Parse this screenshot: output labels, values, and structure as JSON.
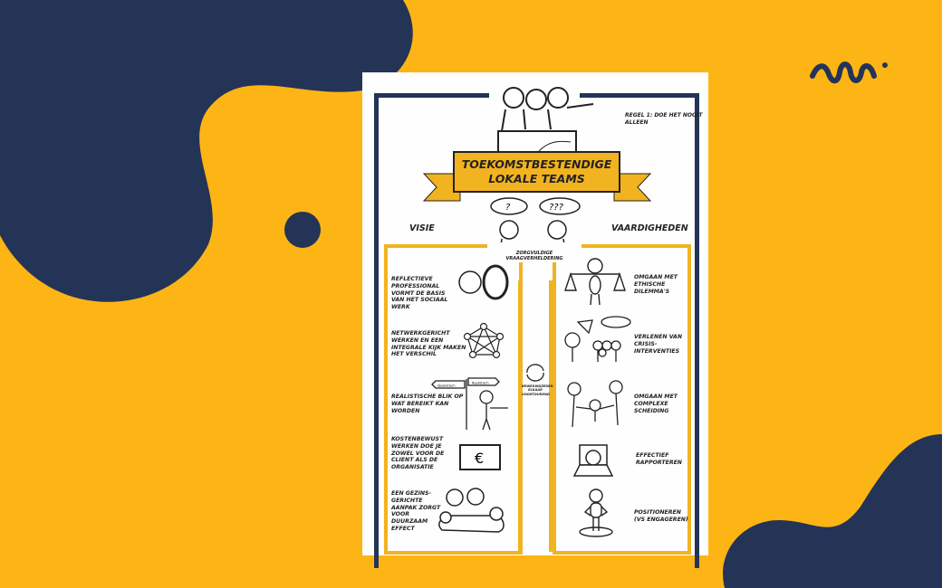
{
  "colors": {
    "background": "#FDB515",
    "navy": "#243457",
    "accent": "#F2B320"
  },
  "brand_logo": "wavy-m-logo",
  "poster": {
    "note": "Regel 1: doe het nooit alleen",
    "title_line1": "Toekomstbestendige",
    "title_line2": "lokale teams",
    "bubble_left": "?",
    "bubble_right": "???",
    "center_caption": "Zorgvuldige vraagverheldering",
    "left_heading": "Visie",
    "right_heading": "Vaardigheden",
    "center_cycle_text": "Bewegwijzeren elkaar voortdurend",
    "signpost_left": "Idealistisch",
    "signpost_right": "Realistisch",
    "visie_items": [
      "Reflectieve professional vormt de basis van het sociaal werk",
      "Netwerkgericht werken en een integrale kijk maken het verschil",
      "Realistische blik op wat bereikt kan worden",
      "Kostenbewust werken doe je zowel voor de client als de organisatie",
      "Een gezins-gerichte aanpak zorgt voor duurzaam effect"
    ],
    "vaardigheden_items": [
      "Omgaan met ethische dilemma's",
      "Verlenen van crisis-interventies",
      "Omgaan met complexe scheiding",
      "Effectief rapporteren",
      "Positioneren (vs engageren)"
    ],
    "euro_symbol": "€"
  }
}
